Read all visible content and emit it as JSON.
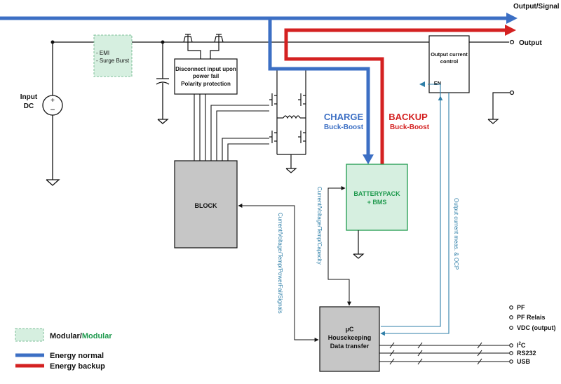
{
  "labels": {
    "output_signal": "Output/Signal",
    "output": "Output",
    "input_line1": "Input",
    "input_line2": "DC",
    "emi_line1": "- EMI",
    "emi_line2": "- Surge Burst",
    "disconnect_line1": "Disconnect input upon",
    "disconnect_line2": "power fail",
    "disconnect_line3": "Polarity protection",
    "ocontrol_line1": "Output current",
    "ocontrol_line2": "control",
    "en": "EN",
    "charge_title": "CHARGE",
    "charge_sub": "Buck-Boost",
    "backup_title": "BACKUP",
    "backup_sub": "Buck-Boost",
    "battery_line1": "BATTERYPACK",
    "battery_line2": "+ BMS",
    "block": "BLOCK",
    "uc_line1": "µC",
    "uc_line2": "Housekeeping",
    "uc_line3": "Data transfer",
    "sig_block": "Current/Voltage/Temp/PowerFail/Signals",
    "sig_battery": "Current/Voltage/Temp/Capacity",
    "sig_output": "Output current meas. & OCP",
    "out_pf": "PF",
    "out_pf_relais": "PF Relais",
    "out_vdc": "VDC (output)",
    "out_i2c_main": "I",
    "out_i2c_sup": "2",
    "out_i2c_end": "C",
    "out_rs232": "RS232",
    "out_usb": "USB"
  },
  "legend": {
    "modular_a": "Modular/",
    "modular_b": "Modular",
    "energy_normal": "Energy normal",
    "energy_backup": "Energy backup"
  },
  "colors": {
    "energy_normal": "#3c6fc4",
    "energy_backup": "#d42121",
    "modular_text": "#1f9a4e",
    "modular_fill": "#d6efe0",
    "signal": "#2f7fa8",
    "block_fill": "#c6c6c6"
  }
}
